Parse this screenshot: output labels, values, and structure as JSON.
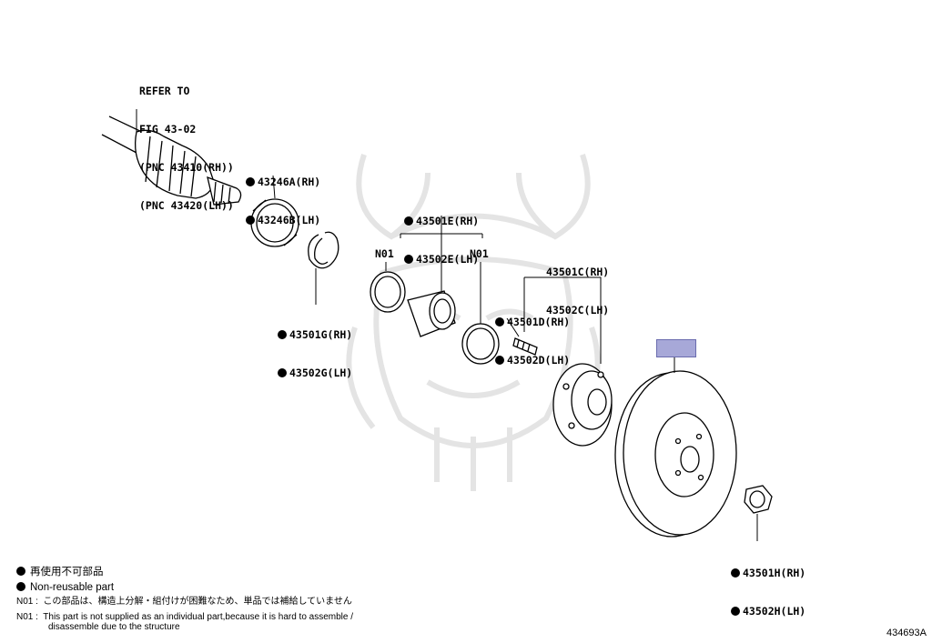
{
  "refer": {
    "line1": "REFER TO",
    "line2": "FIG 43-02",
    "line3": "(PNC 43410(RH))",
    "line4": "(PNC 43420(LH))"
  },
  "parts": {
    "p43246": [
      "43246A(RH)",
      "43246B(LH)"
    ],
    "p43501E": [
      "43501E(RH)",
      "43502E(LH)"
    ],
    "p43501C": [
      "43501C(RH)",
      "43502C(LH)"
    ],
    "p43501D": [
      "43501D(RH)",
      "43502D(LH)"
    ],
    "p43501G": [
      "43501G(RH)",
      "43502G(LH)"
    ],
    "p43501H": [
      "43501H(RH)",
      "43502H(LH)"
    ],
    "n01_left": "N01",
    "n01_right": "N01"
  },
  "legend": {
    "nonreusable_jp": "再使用不可部品",
    "nonreusable_en": "Non-reusable part",
    "n01_jp": "N01 :  この部品は、構造上分解・組付けが困難なため、単品では補給していません",
    "n01_en_line1": "N01 :  This part is not supplied as an individual part,because it is hard to assemble /",
    "n01_en_line2": "disassemble due to the structure"
  },
  "illustration_id": "434693A",
  "colors": {
    "highlight": "#a7a8d8",
    "line": "#000000",
    "watermark": "#e6e6e6"
  }
}
